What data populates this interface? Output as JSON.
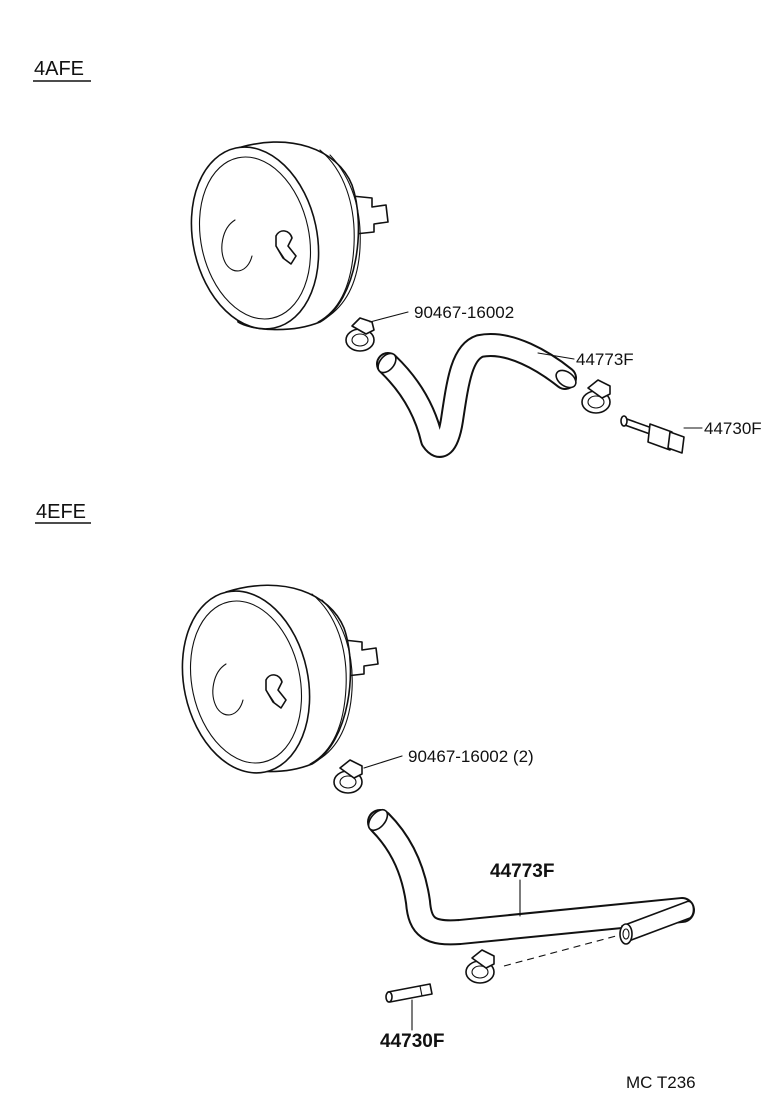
{
  "sections": [
    {
      "title": "4AFE",
      "labels": {
        "clamp": "90467-16002",
        "hose": "44773F",
        "valve": "44730F"
      }
    },
    {
      "title": "4EFE",
      "labels": {
        "clamp": "90467-16002 (2)",
        "hose": "44773F",
        "valve": "44730F"
      }
    }
  ],
  "footer_code": "MC T236"
}
